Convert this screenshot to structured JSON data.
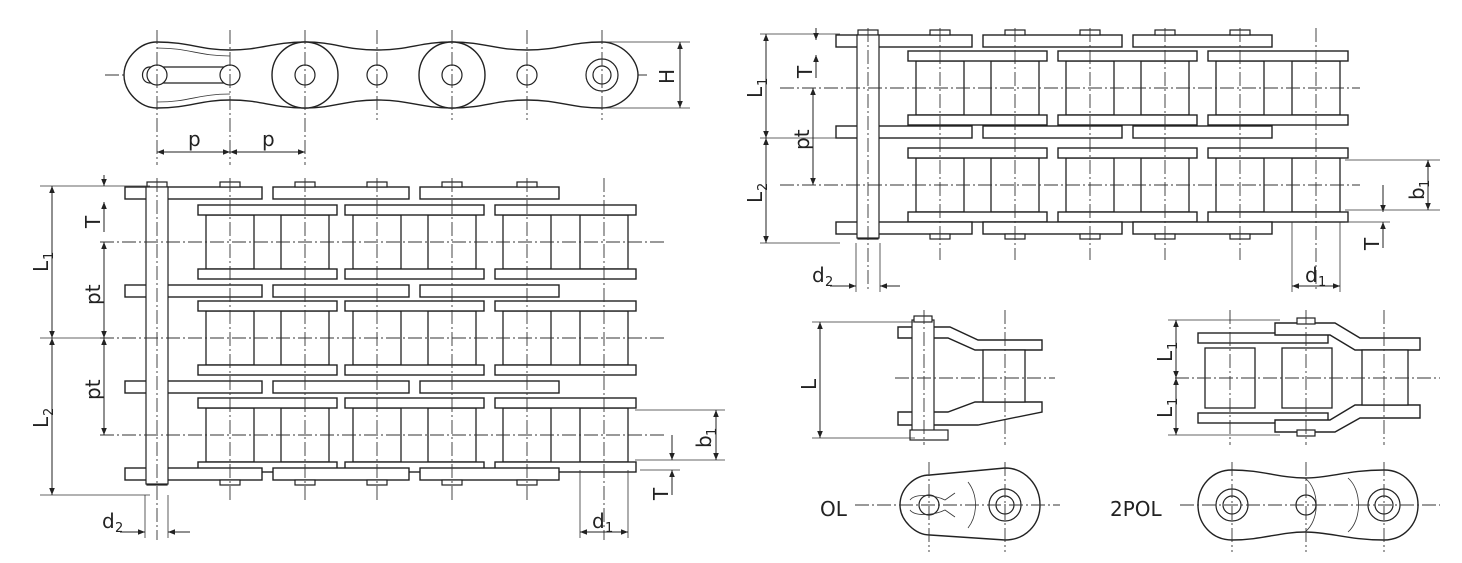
{
  "labels": {
    "p": "p",
    "H": "H",
    "T": "T",
    "pt": "pt",
    "L1": "L",
    "L1_sub": "1",
    "L2": "L",
    "L2_sub": "2",
    "L": "L",
    "b1": "b",
    "b1_sub": "1",
    "d1": "d",
    "d1_sub": "1",
    "d2": "d",
    "d2_sub": "2",
    "ol": "OL",
    "pol": "2POL"
  },
  "colors": {
    "line": "#222222",
    "background": "#ffffff"
  }
}
